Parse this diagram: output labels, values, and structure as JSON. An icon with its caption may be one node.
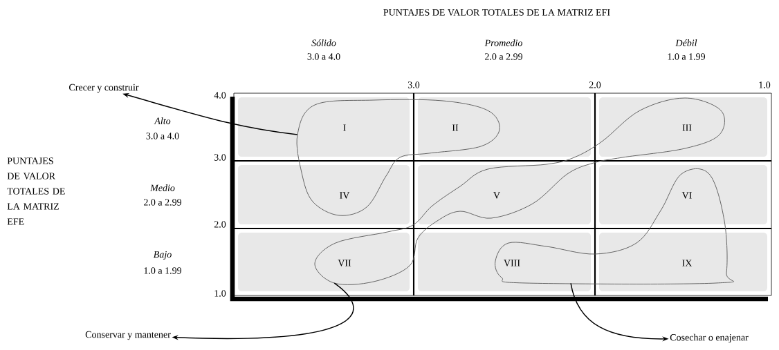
{
  "diagram": {
    "title": "PUNTAJES DE VALOR TOTALES DE LA MATRIZ EFI",
    "nodes": [
      {
        "text": [
          "Crecer y construir"
        ]
      },
      {
        "text": [
          "Conservar y mantener"
        ]
      },
      {
        "text": [
          "Cosechar o enajenar"
        ]
      },
      {
        "text": [
          "I"
        ],
        "in": 12
      },
      {
        "text": [
          "II"
        ],
        "in": 12
      },
      {
        "text": [
          "III"
        ],
        "in": 13
      },
      {
        "text": [
          "IV"
        ],
        "in": 12
      },
      {
        "text": [
          "V"
        ],
        "in": 13
      },
      {
        "text": [
          "VI"
        ],
        "in": 14
      },
      {
        "text": [
          "VII"
        ],
        "in": 13
      },
      {
        "text": [
          "VIII"
        ],
        "in": 14
      },
      {
        "text": [
          "IX"
        ],
        "in": 14
      },
      {
        "text": [],
        "shape": "cloud"
      },
      {
        "text": [],
        "shape": "cloud"
      },
      {
        "text": [],
        "shape": "cloud"
      }
    ],
    "edges": [
      {
        "from": 12,
        "to": 0,
        "arrow": "to"
      },
      {
        "from": 13,
        "to": 1,
        "arrow": "to"
      },
      {
        "from": 14,
        "to": 2,
        "arrow": "to"
      }
    ],
    "labels": [
      "Sólido",
      "3.0 a 4.0",
      "Promedio",
      "2.0 a 2.99",
      "Débil",
      "1.0 a 1.99",
      "3.0",
      "2.0",
      "1.0",
      "4.0",
      "Alto",
      "3.0 a 4.0",
      "3.0",
      "PUNTAJES DE VALOR TOTALES DE LA MATRIZ EFE",
      "Medio",
      "2.0 a 2.99",
      "2.0",
      "Bajo",
      "1.0 a 1.99",
      "1.0"
    ]
  }
}
